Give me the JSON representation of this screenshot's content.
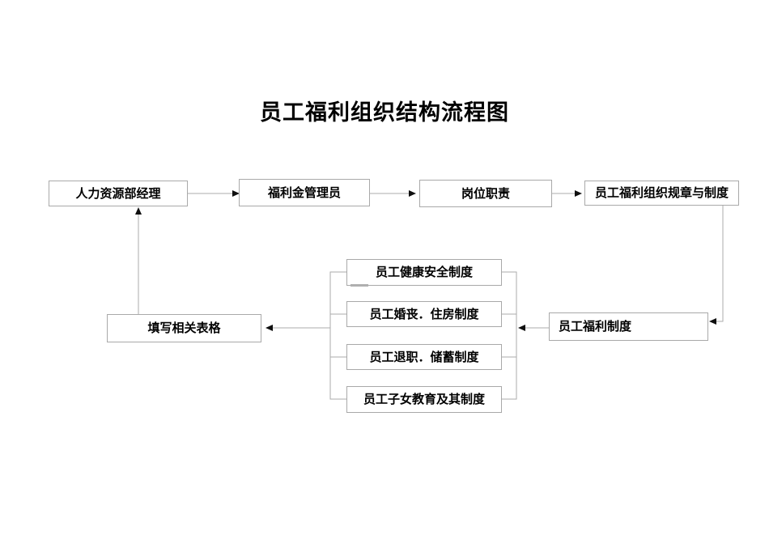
{
  "title": "员工福利组织结构流程图",
  "nodes": {
    "hr_manager": {
      "label": "人力资源部经理"
    },
    "fund_admin": {
      "label": "福利金管理员"
    },
    "job_duties": {
      "label": "岗位职责"
    },
    "rules": {
      "label": "员工福利组织规章与制度"
    },
    "health_safety": {
      "label": "员工健康安全制度"
    },
    "marriage_housing": {
      "label": "员工婚丧．住房制度"
    },
    "retirement_savings": {
      "label": "员工退职．储蓄制度"
    },
    "children_education": {
      "label": "员工子女教育及其制度"
    },
    "fill_forms": {
      "label": "填写相关表格"
    },
    "welfare_system": {
      "label": "员工福利制度"
    }
  },
  "edges": [
    {
      "from": "hr_manager",
      "to": "fund_admin"
    },
    {
      "from": "fund_admin",
      "to": "job_duties"
    },
    {
      "from": "job_duties",
      "to": "rules"
    },
    {
      "from": "rules",
      "to": "welfare_system"
    },
    {
      "from": "welfare_system",
      "to": "welfare_items_group"
    },
    {
      "from": "welfare_items_group",
      "to": "fill_forms"
    },
    {
      "from": "fill_forms",
      "to": "hr_manager"
    }
  ],
  "welfare_items_group": [
    "health_safety",
    "marriage_housing",
    "retirement_savings",
    "children_education"
  ],
  "colors": {
    "background": "#ffffff",
    "box_border": "#a9a9a9",
    "connector_line": "#ababab",
    "arrowhead": "#0f0f0f",
    "text": "#000000"
  }
}
